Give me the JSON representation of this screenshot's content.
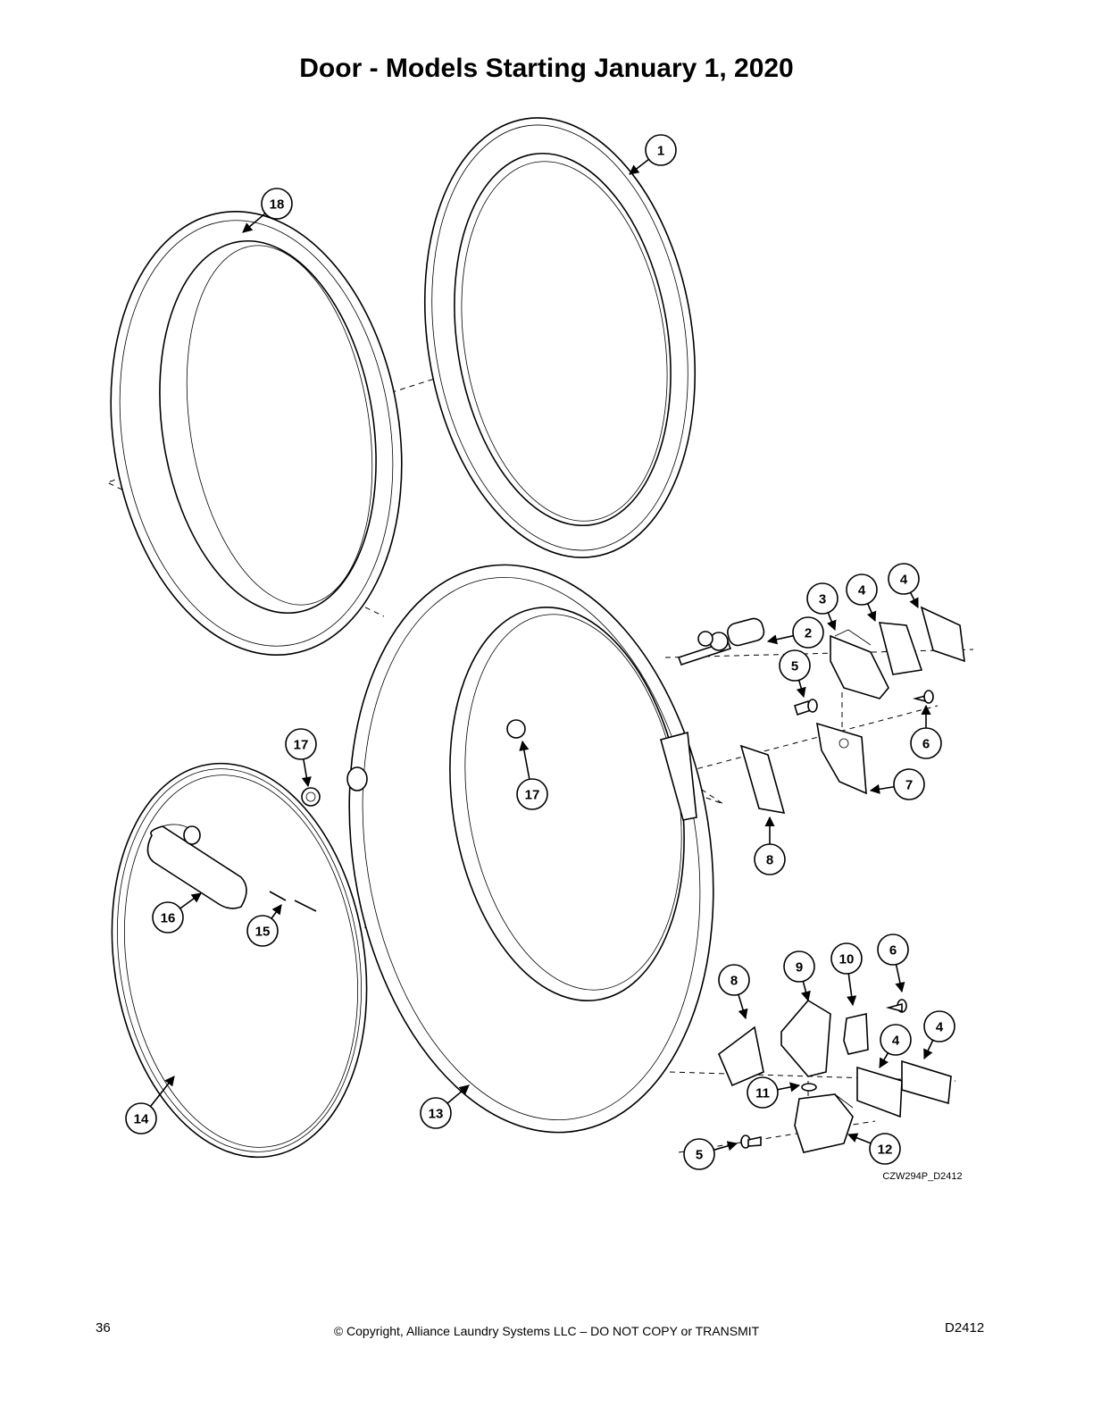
{
  "page": {
    "title": "Door - Models Starting January 1, 2020",
    "page_number": "36",
    "copyright": "© Copyright, Alliance Laundry Systems LLC – DO NOT COPY or TRANSMIT",
    "doc_code": "D2412",
    "drawing_ref": "CZW294P_D2412"
  },
  "callouts": [
    "1",
    "18",
    "2",
    "3",
    "4",
    "4",
    "5",
    "6",
    "7",
    "8",
    "17",
    "17",
    "16",
    "15",
    "13",
    "14",
    "9",
    "10",
    "6",
    "8",
    "4",
    "4",
    "11",
    "12",
    "5"
  ]
}
